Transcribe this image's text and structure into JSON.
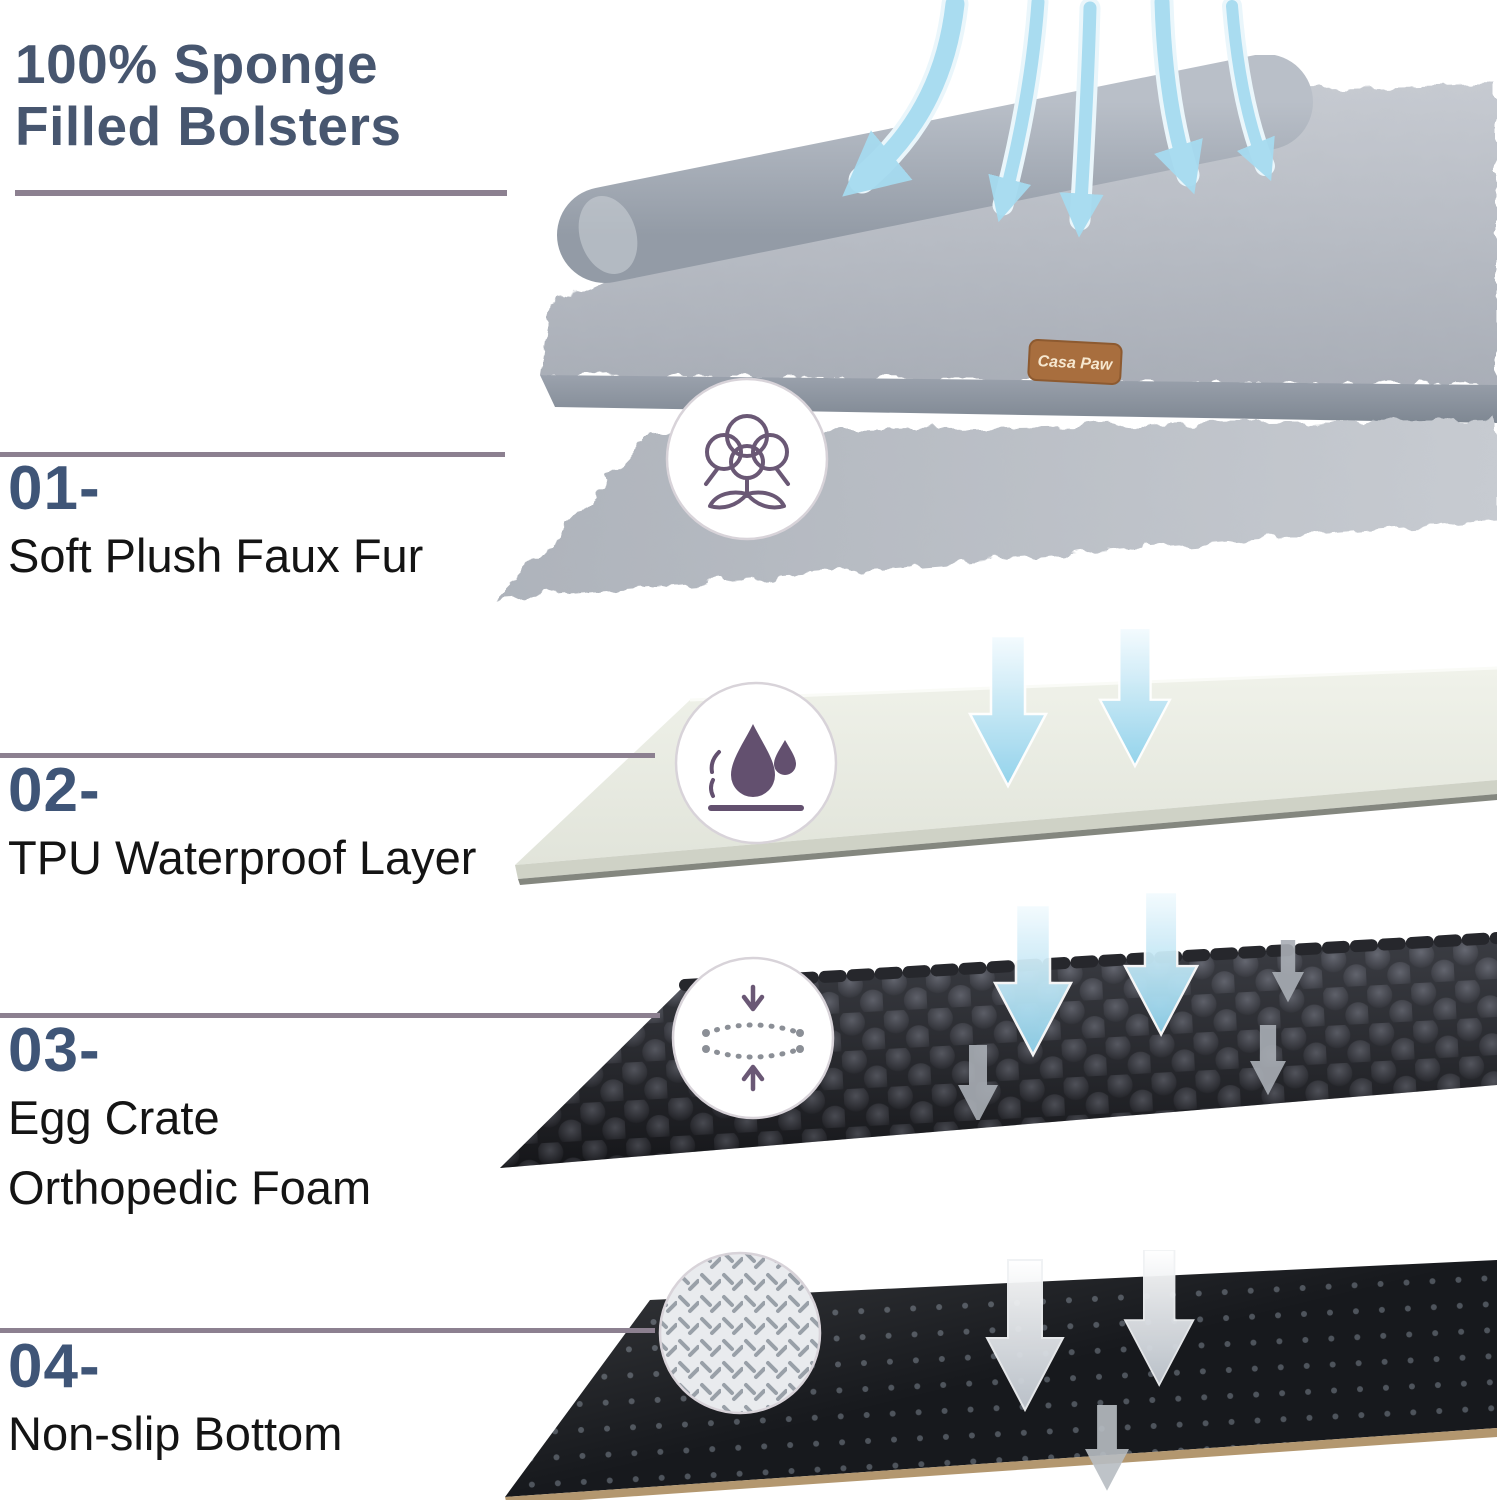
{
  "header": {
    "title_line1": "100% Sponge",
    "title_line2": "Filled Bolsters",
    "bed_tag": "Casa Paw"
  },
  "sections": [
    {
      "number": "01-",
      "label": "Soft Plush Faux Fur",
      "label2": "",
      "icon": "cotton-icon"
    },
    {
      "number": "02-",
      "label": "TPU Waterproof Layer",
      "label2": "",
      "icon": "waterproof-icon"
    },
    {
      "number": "03-",
      "label": "Egg Crate",
      "label2": "Orthopedic Foam",
      "icon": "compression-icon"
    },
    {
      "number": "04-",
      "label": "Non-slip Bottom",
      "label2": "",
      "icon": "non-slip-texture-icon"
    }
  ],
  "colors": {
    "title_text": "#47566f",
    "number_text": "#3f5577",
    "label_text": "#141414",
    "rule_line": "#8c8090",
    "airflow_arrow": "#a6dbf0",
    "icon_line": "#6a5875",
    "fur_layer": "#b8bcc4",
    "waterproof_layer": "#e9ebe3",
    "egg_crate_layer": "#24252a",
    "non_slip_layer": "#17191d",
    "bed_tag": "#a86e3e"
  }
}
